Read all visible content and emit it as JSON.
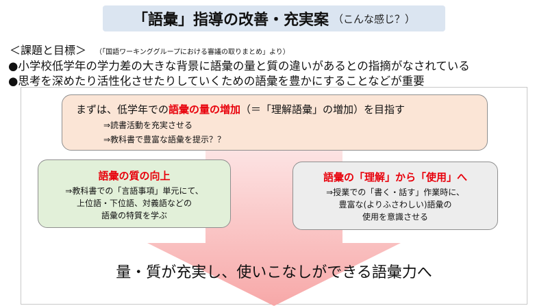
{
  "header": {
    "title": "「語彙」指導の改善・充実案",
    "subtitle": "（こんな感じ？）"
  },
  "section": {
    "heading": "＜課題と目標＞",
    "source": "（「国語ワーキンググループにおける審議の取りまとめ」より）"
  },
  "bullets": [
    "●小学校低学年の学力差の大きな背景に語彙の量と質の違いがあるとの指摘がなされている",
    "●思考を深めたり活性化させたりしていくための語彙を豊かにすることなどが重要"
  ],
  "top_box": {
    "prefix": "まずは、低学年での",
    "highlight": "語彙の量の増加",
    "suffix": "（＝「理解語彙」の増加）を目指す",
    "lines": [
      "⇒読書活動を充実させる",
      "⇒教科書で豊富な語彙を提示？？"
    ]
  },
  "left_box": {
    "heading": "語彙の質の向上",
    "lines": [
      "⇒教科書での「言語事項」単元にて、",
      "上位語・下位語、対義語などの",
      "語彙の特質を学ぶ"
    ]
  },
  "right_box": {
    "heading": "語彙の「理解」から「使用」へ",
    "lines": [
      "⇒授業での「書く・話す」作業時に、",
      "豊富な(よりふさわしい)語彙の",
      "使用を意識させる"
    ]
  },
  "conclusion": "量・質が充実し、使いこなしができる語彙力へ",
  "colors": {
    "title_bg": "#dbe5f1",
    "accent_red": "#e8000b",
    "top_box_bg": "#fbe5d6",
    "left_box_bg": "#e2f0d9",
    "right_box_bg": "#ededed",
    "arrow_top": "#fde7e7",
    "arrow_bottom": "#f7a8a8"
  }
}
